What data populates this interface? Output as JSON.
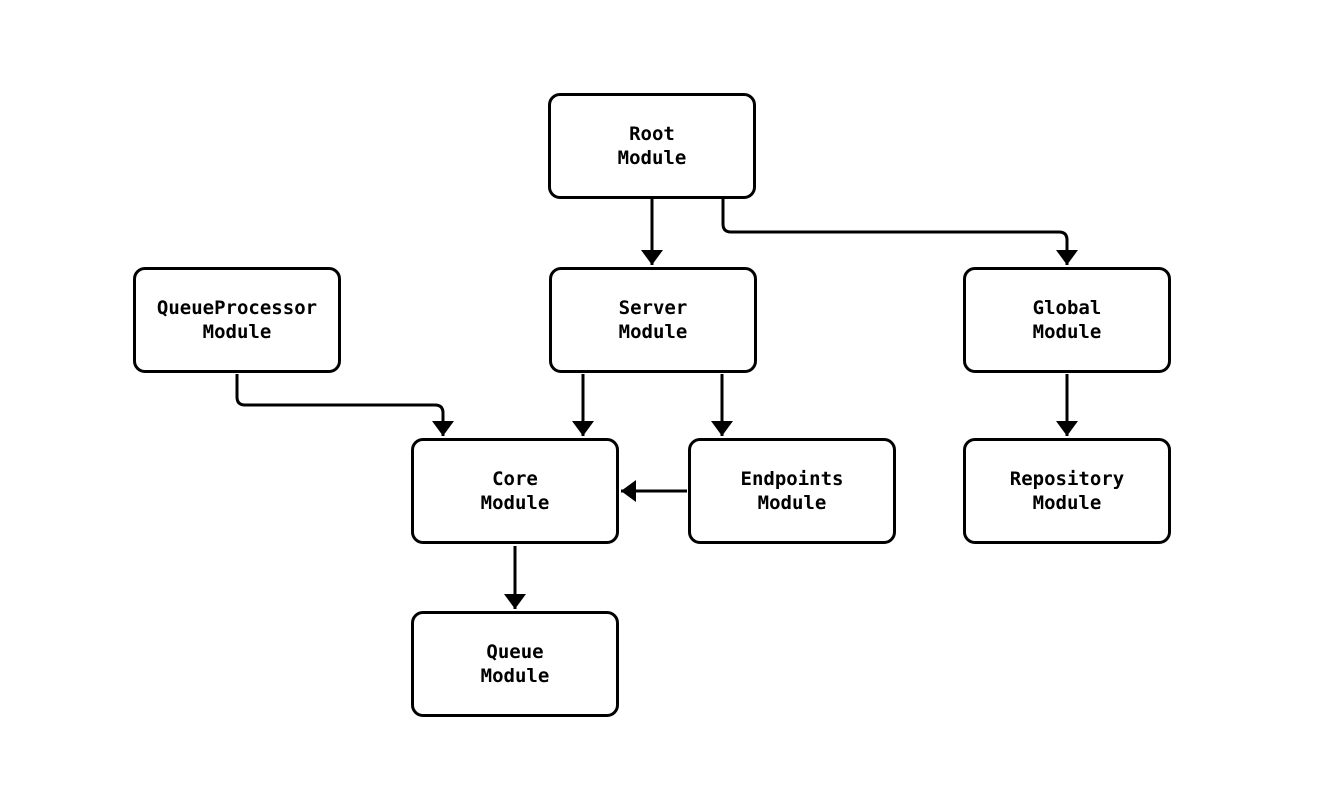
{
  "diagram": {
    "type": "module-dependency-graph",
    "background_color": "#ffffff",
    "node_fill_color": "#ffffff",
    "node_border_color": "#000000",
    "edge_color": "#000000",
    "text_color": "#000000",
    "nodes": {
      "root": {
        "label": "Root\nModule"
      },
      "queue_processor": {
        "label": "QueueProcessor\nModule"
      },
      "server": {
        "label": "Server\nModule"
      },
      "global": {
        "label": "Global\nModule"
      },
      "core": {
        "label": "Core\nModule"
      },
      "endpoints": {
        "label": "Endpoints\nModule"
      },
      "repository": {
        "label": "Repository\nModule"
      },
      "queue": {
        "label": "Queue\nModule"
      }
    },
    "edges": [
      {
        "from": "Root Module",
        "to": "Server Module"
      },
      {
        "from": "Root Module",
        "to": "Global Module"
      },
      {
        "from": "QueueProcessor Module",
        "to": "Core Module"
      },
      {
        "from": "Server Module",
        "to": "Core Module"
      },
      {
        "from": "Server Module",
        "to": "Endpoints Module"
      },
      {
        "from": "Endpoints Module",
        "to": "Core Module"
      },
      {
        "from": "Global Module",
        "to": "Repository Module"
      },
      {
        "from": "Core Module",
        "to": "Queue Module"
      }
    ]
  }
}
